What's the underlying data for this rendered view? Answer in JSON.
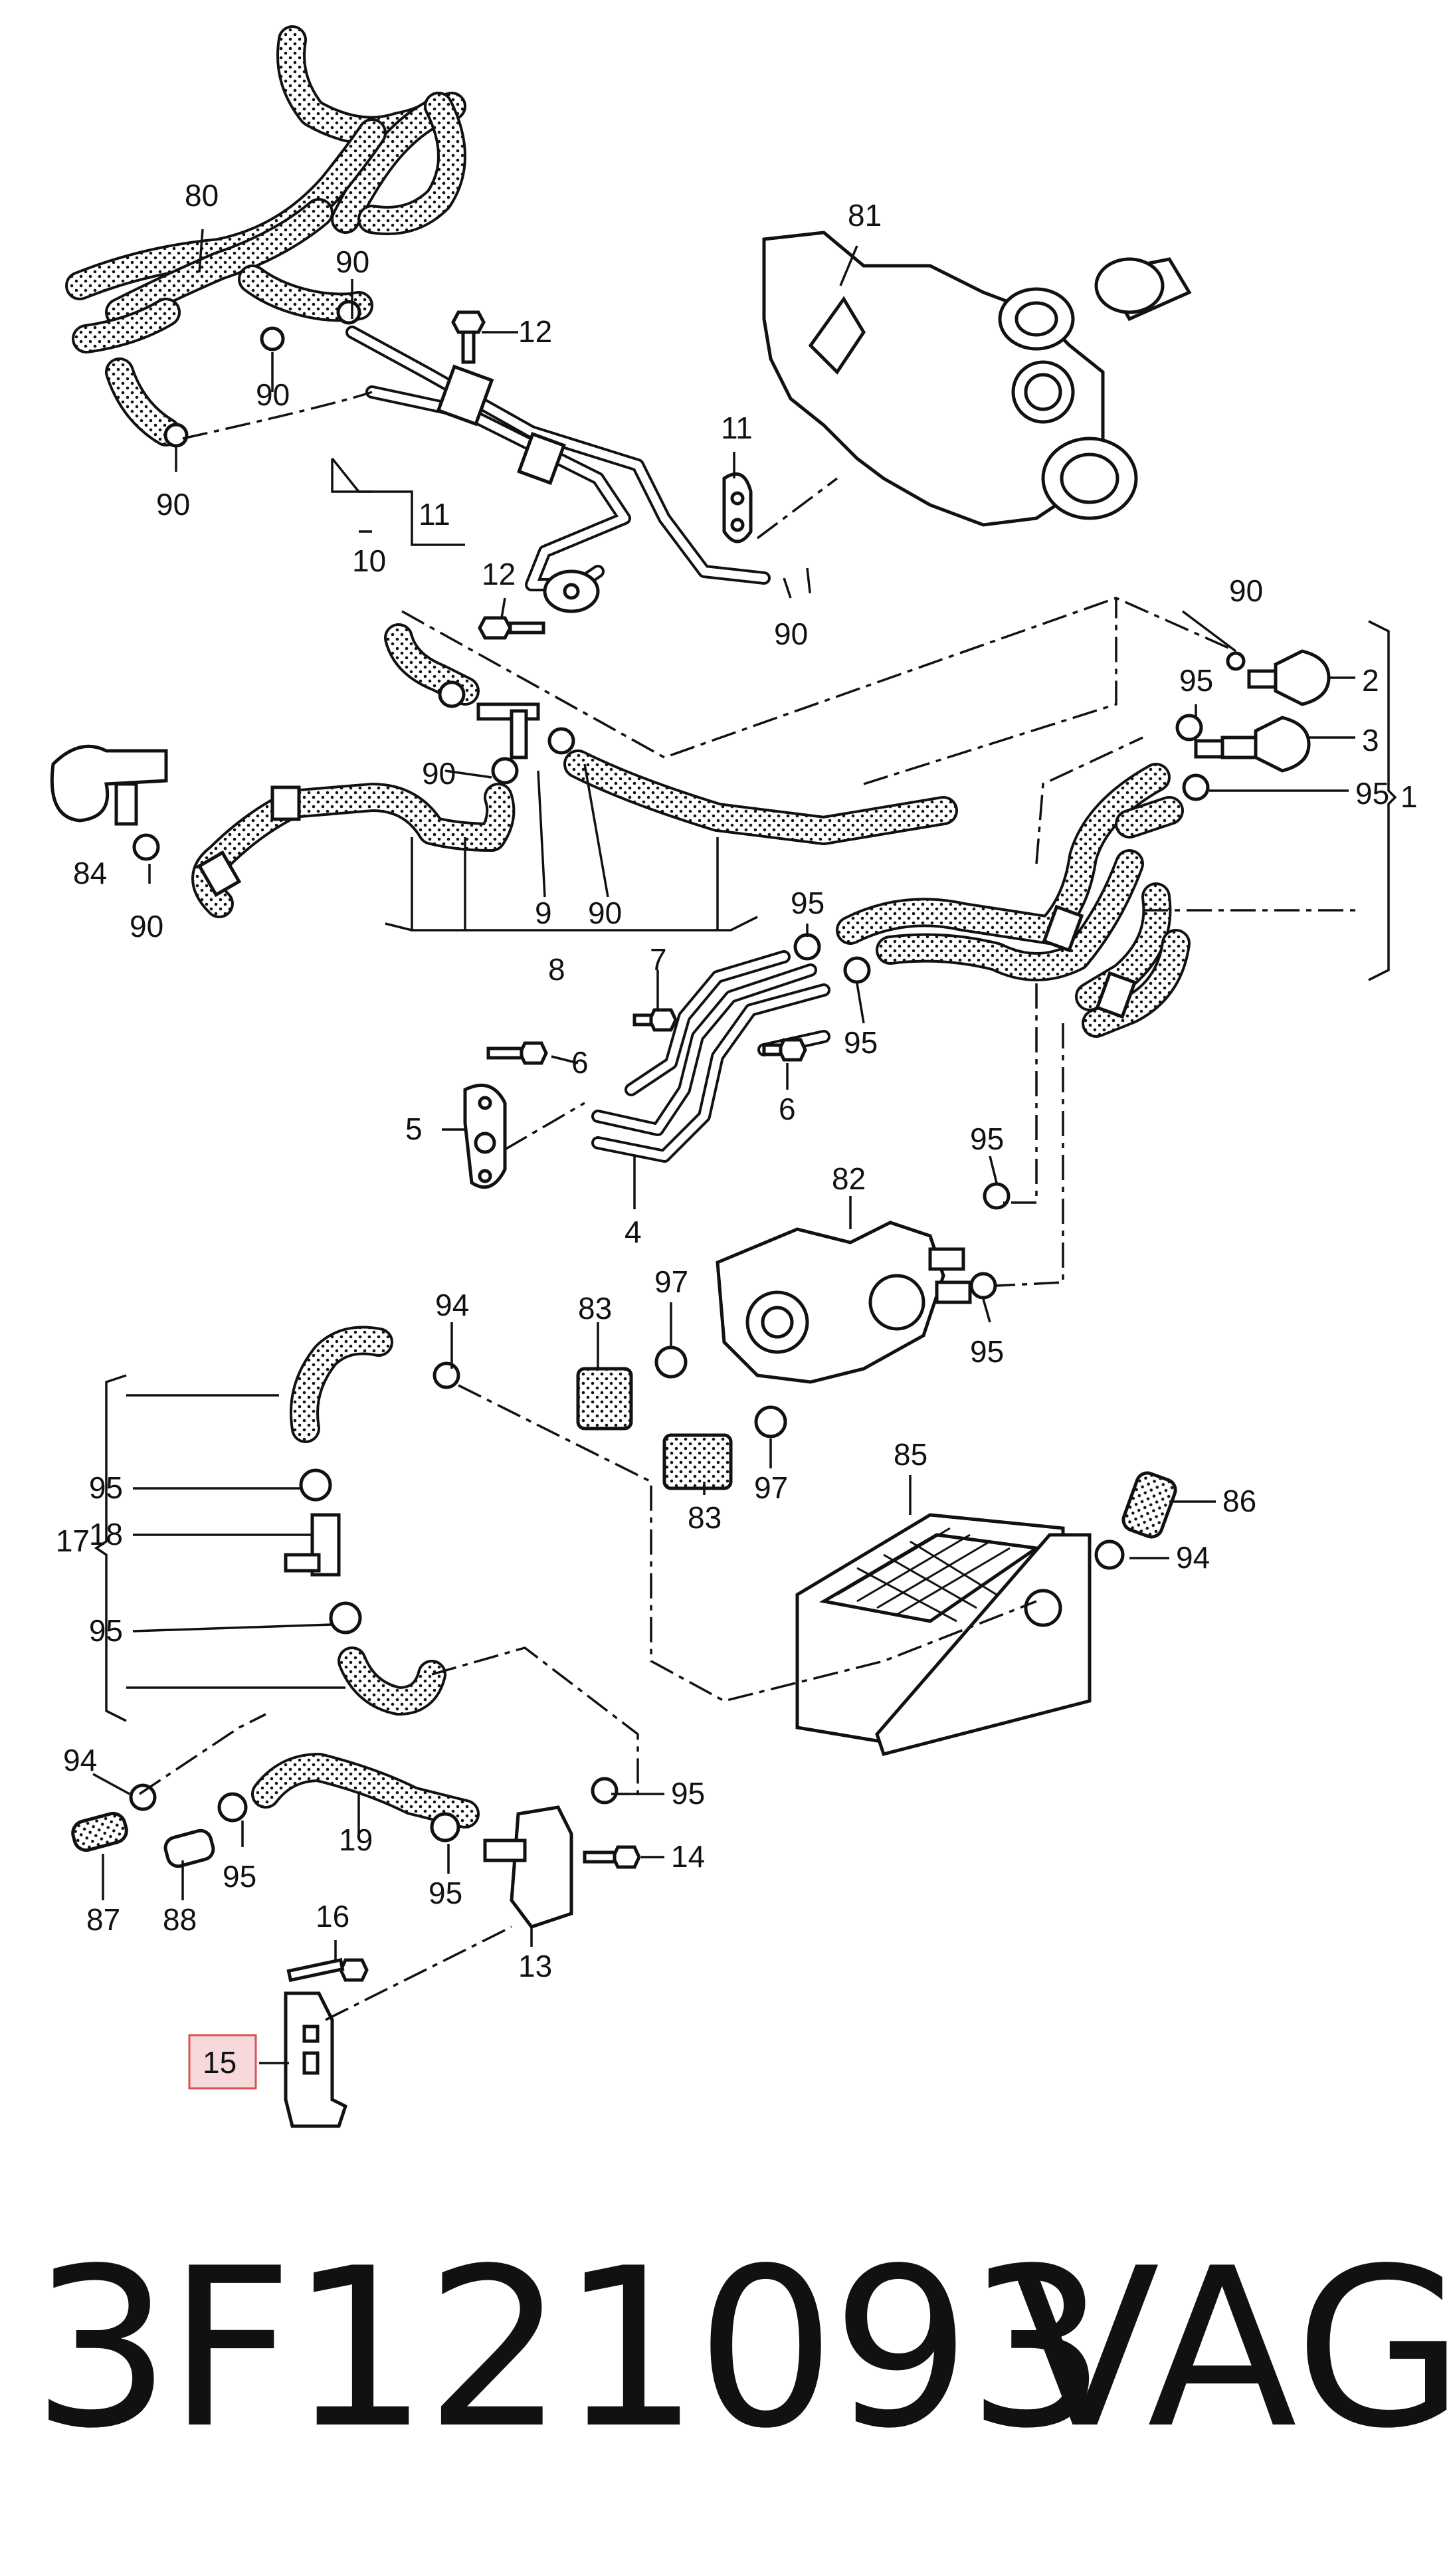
{
  "labels": {
    "l1": "1",
    "l2": "2",
    "l3": "3",
    "l4": "4",
    "l5": "5",
    "l6a": "6",
    "l6b": "6",
    "l7": "7",
    "l8": "8",
    "l9": "9",
    "l10": "10",
    "l11a": "11",
    "l11b": "11",
    "l12a": "12",
    "l12b": "12",
    "l13": "13",
    "l14": "14",
    "l15": "15",
    "l16": "16",
    "l17": "17",
    "l18": "18",
    "l19": "19",
    "l80": "80",
    "l81": "81",
    "l82": "82",
    "l83a": "83",
    "l83b": "83",
    "l84": "84",
    "l85": "85",
    "l86": "86",
    "l87": "87",
    "l88": "88",
    "l90a": "90",
    "l90b": "90",
    "l90c": "90",
    "l90d": "90",
    "l90e": "90",
    "l90f": "90",
    "l90g": "90",
    "l90h": "90",
    "l94a": "94",
    "l94b": "94",
    "l94c": "94",
    "l95a": "95",
    "l95b": "95",
    "l95c": "95",
    "l95d": "95",
    "l95e": "95",
    "l95f": "95",
    "l95g": "95",
    "l95h": "95",
    "l95i": "95",
    "l95j": "95",
    "l95k": "95",
    "l97a": "97",
    "l97b": "97"
  },
  "highlight": {
    "label": "15",
    "color": "#f7d9dc",
    "border": "#d9534f"
  },
  "footer": {
    "part_number": "3F121093",
    "brand": "VAG"
  }
}
